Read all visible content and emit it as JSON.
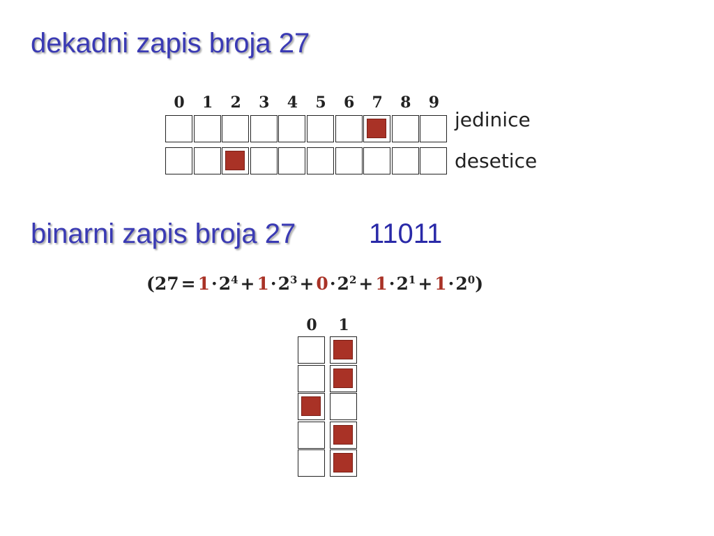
{
  "decimal": {
    "title": "dekadni zapis broja 27",
    "digits": [
      "0",
      "1",
      "2",
      "3",
      "4",
      "5",
      "6",
      "7",
      "8",
      "9"
    ],
    "rows": [
      {
        "label": "jedinice",
        "marked_digit": 7
      },
      {
        "label": "desetice",
        "marked_digit": 2
      }
    ]
  },
  "binary": {
    "title": "binarni zapis broja 27",
    "value": "11011",
    "digits": [
      "0",
      "1"
    ],
    "marked_digits": [
      1,
      1,
      0,
      1,
      1
    ],
    "formula": {
      "open": "(27",
      "equals": "=",
      "terms": [
        {
          "coef": "1",
          "base": "2",
          "exp": "4"
        },
        {
          "coef": "1",
          "base": "2",
          "exp": "3"
        },
        {
          "coef": "0",
          "base": "2",
          "exp": "2"
        },
        {
          "coef": "1",
          "base": "2",
          "exp": "1"
        },
        {
          "coef": "1",
          "base": "2",
          "exp": "0"
        }
      ],
      "plus": "+",
      "dot": "·",
      "close": ")"
    }
  },
  "colors": {
    "title": "#3a3ab4",
    "mark": "#a93226",
    "ink": "#222222"
  }
}
